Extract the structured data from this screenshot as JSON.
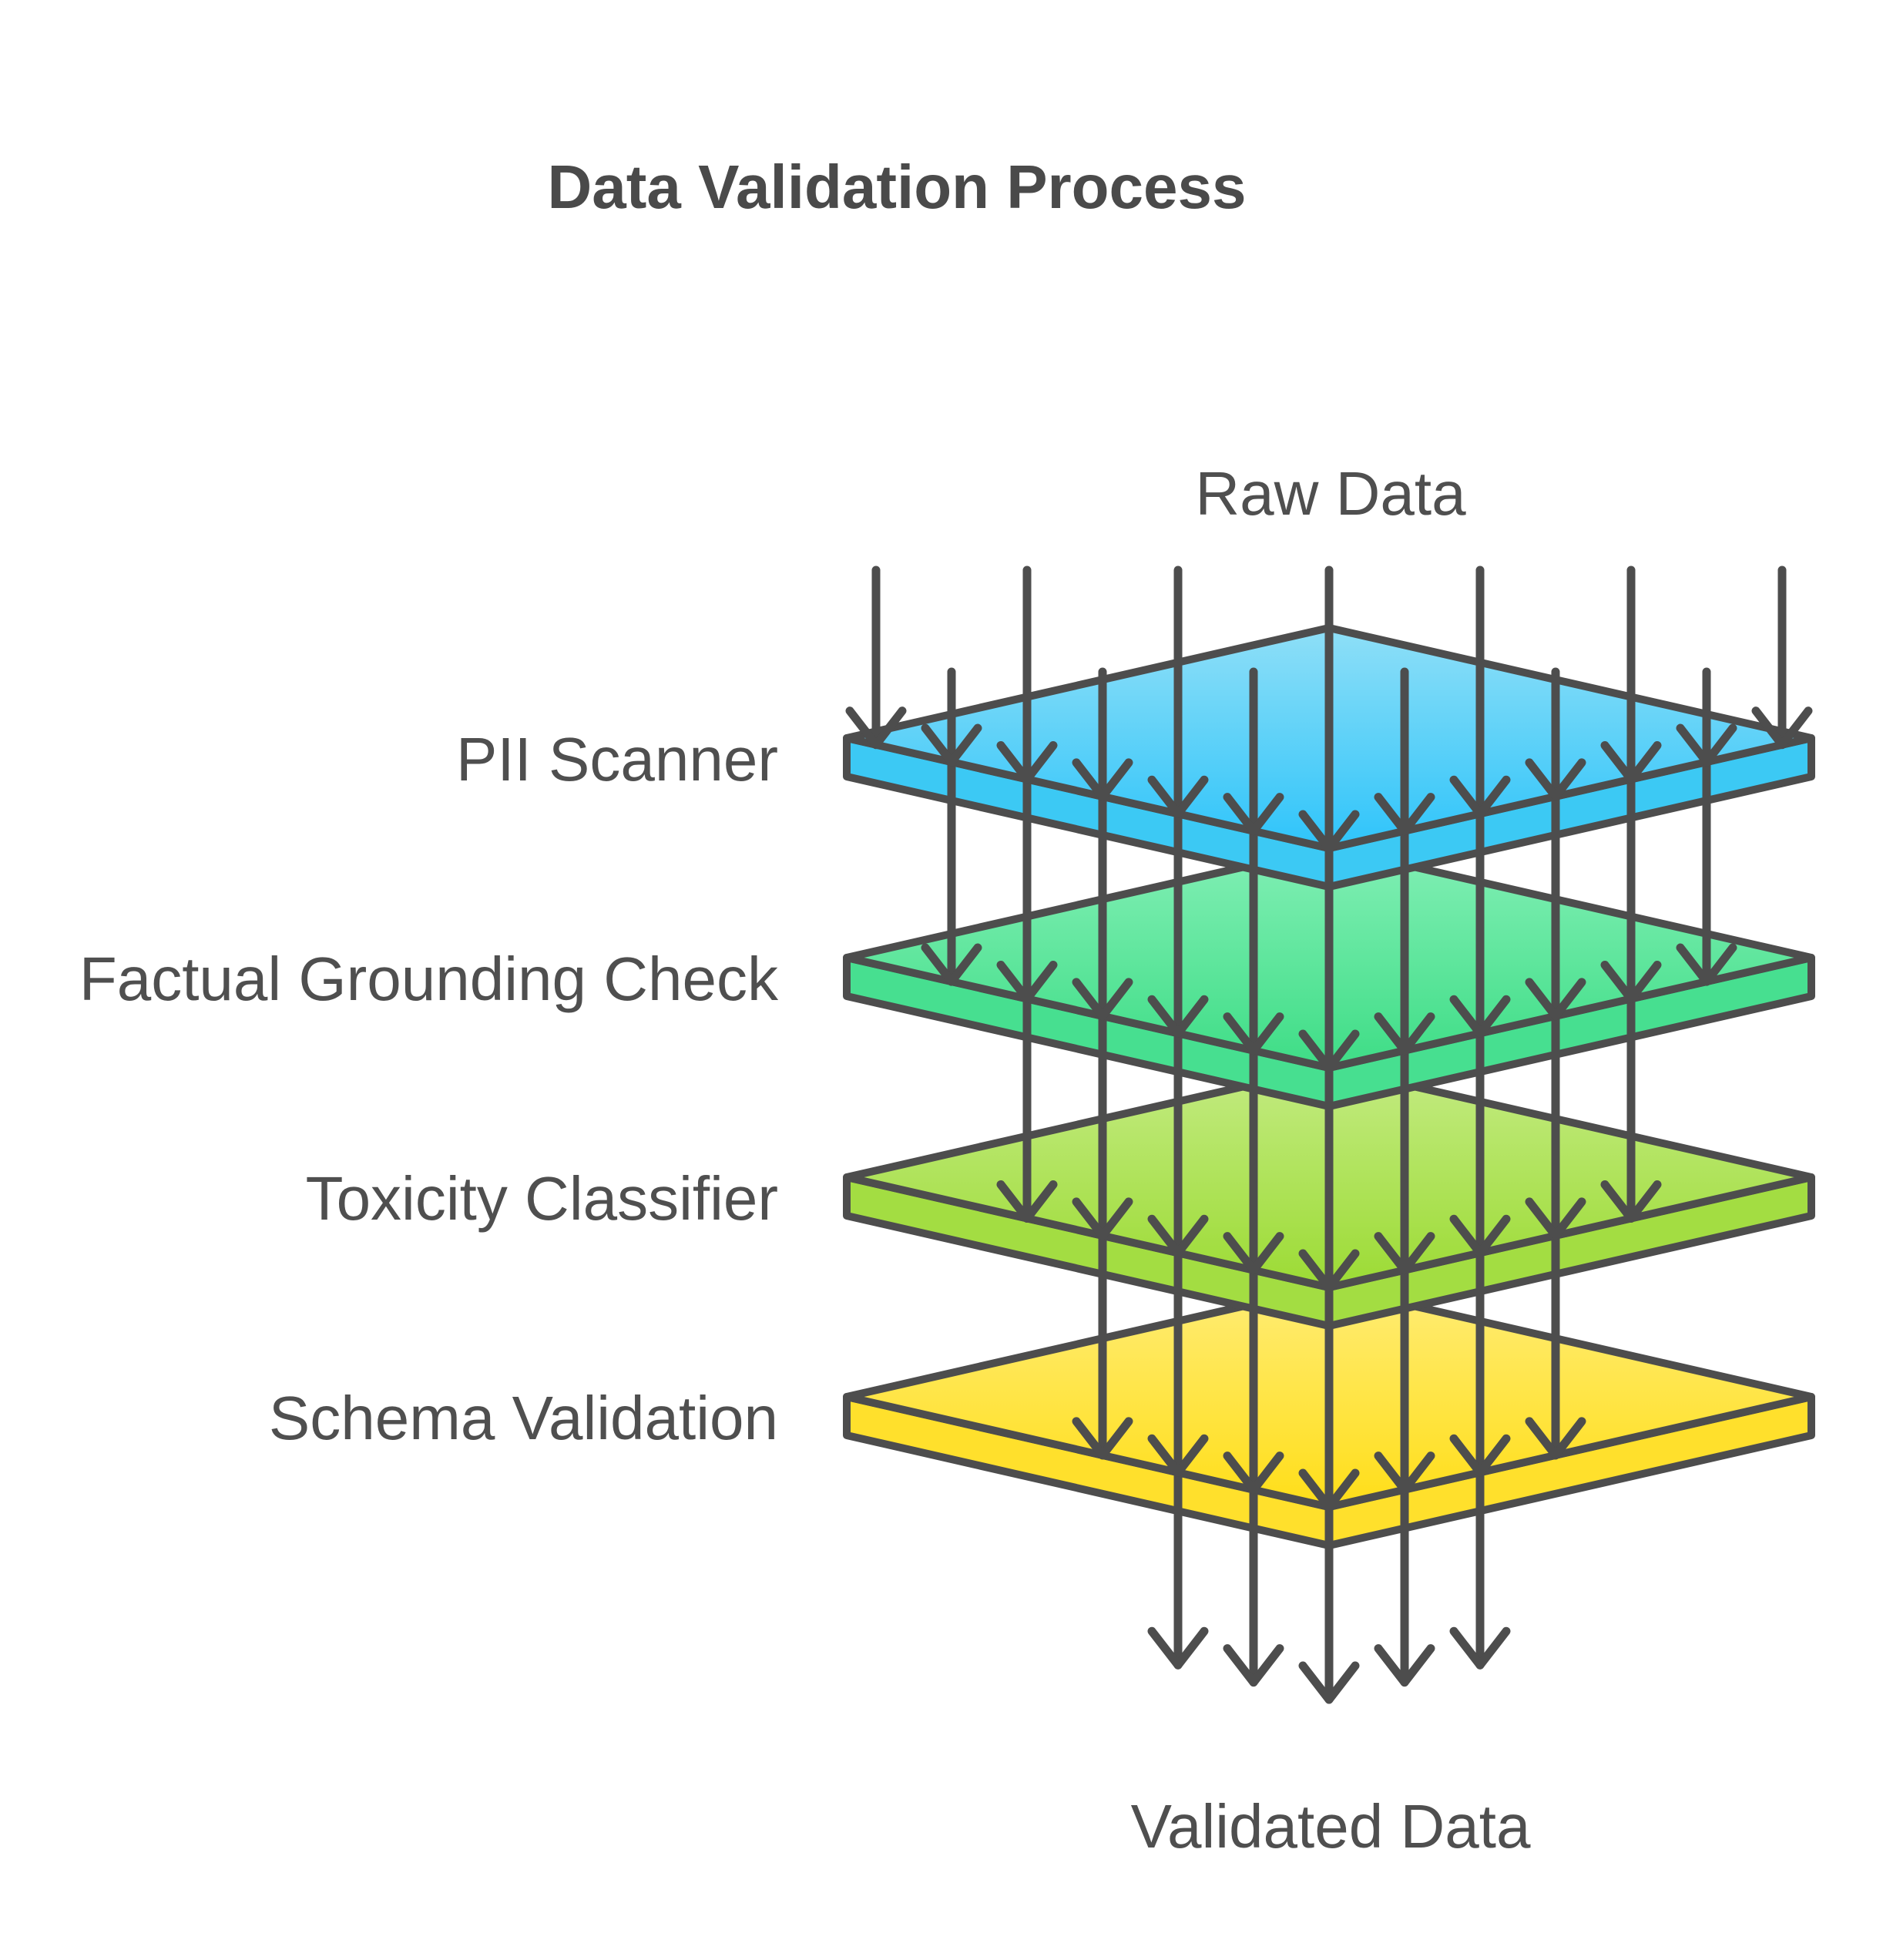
{
  "title": "Data Validation Process",
  "colors": {
    "background": "#ffffff",
    "outline": "#4d4d4d",
    "arrow": "#4d4d4d",
    "title_text": "#4a4a4a",
    "label_text": "#4f4f4f"
  },
  "flow": {
    "input_label": "Raw Data",
    "output_label": "Validated Data",
    "input_arrow_count": 13,
    "output_arrow_count": 5,
    "stages": [
      {
        "label": "PII Scanner",
        "arrows_out": 11,
        "face_light": "#8FDFF7",
        "face_deep": "#2EC4FA",
        "side": "#3CC9F4"
      },
      {
        "label": "Factual Grounding Check",
        "arrows_out": 9,
        "face_light": "#82EFB5",
        "face_deep": "#3EDD86",
        "side": "#47DF90"
      },
      {
        "label": "Toxicity Classifier",
        "arrows_out": 7,
        "face_light": "#C3EB82",
        "face_deep": "#9CDB34",
        "side": "#A3DD42"
      },
      {
        "label": "Schema Validation",
        "arrows_out": 5,
        "face_light": "#FFEC75",
        "face_deep": "#FFDE18",
        "side": "#FFE02C"
      }
    ]
  }
}
